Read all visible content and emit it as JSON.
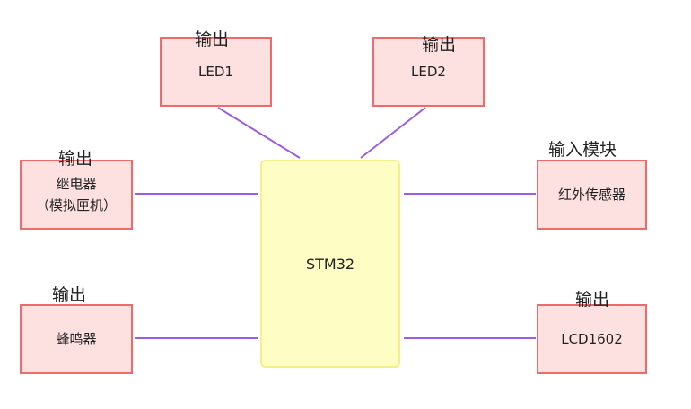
{
  "mcu": {
    "label": "STM32"
  },
  "modules": {
    "led1": {
      "tag": "输出",
      "lines": [
        "LED1"
      ]
    },
    "led2": {
      "tag": "输出",
      "lines": [
        "LED2"
      ]
    },
    "relay": {
      "tag": "输出",
      "lines": [
        "继电器",
        "（模拟匣机）"
      ]
    },
    "ir": {
      "tag": "输入模块",
      "lines": [
        "红外传感器"
      ]
    },
    "buzzer": {
      "tag": "输出",
      "lines": [
        "蜂鸣器"
      ]
    },
    "lcd": {
      "tag": "输出",
      "lines": [
        "LCD1602"
      ]
    }
  },
  "colors": {
    "box_fill": "#fde0e0",
    "box_border": "#f06a6a",
    "mcu_fill": "#fdfdc4",
    "mcu_border": "#f2f08a",
    "connector": "#9b5de5"
  }
}
